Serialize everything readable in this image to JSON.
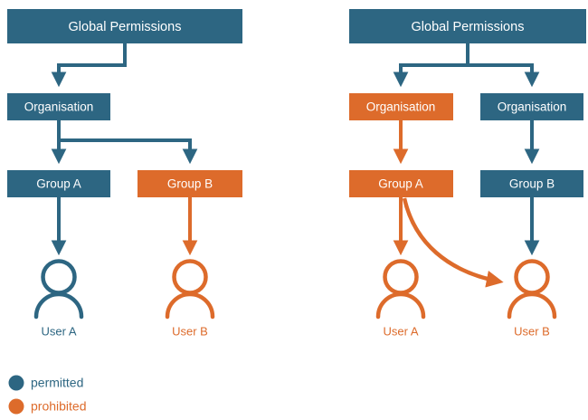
{
  "colors": {
    "permitted": "#2d6682",
    "prohibited": "#dd6b2b",
    "background": "#ffffff",
    "box_text": "#ffffff"
  },
  "left_panel": {
    "name": "left-scenario",
    "nodes": {
      "global": {
        "label": "Global Permissions",
        "state": "permitted"
      },
      "organisation": {
        "label": "Organisation",
        "state": "permitted"
      },
      "group_a": {
        "label": "Group A",
        "state": "permitted"
      },
      "group_b": {
        "label": "Group B",
        "state": "prohibited"
      },
      "user_a": {
        "label": "User A",
        "state": "permitted"
      },
      "user_b": {
        "label": "User B",
        "state": "prohibited"
      }
    }
  },
  "right_panel": {
    "name": "right-scenario",
    "nodes": {
      "global": {
        "label": "Global Permissions",
        "state": "permitted"
      },
      "organisation_a": {
        "label": "Organisation",
        "state": "prohibited"
      },
      "organisation_b": {
        "label": "Organisation",
        "state": "permitted"
      },
      "group_a": {
        "label": "Group A",
        "state": "prohibited"
      },
      "group_b": {
        "label": "Group B",
        "state": "permitted"
      },
      "user_a": {
        "label": "User A",
        "state": "prohibited"
      },
      "user_b": {
        "label": "User B",
        "state": "prohibited"
      }
    }
  },
  "legend": {
    "items": [
      {
        "label": "permitted",
        "color_key": "permitted"
      },
      {
        "label": "prohibited",
        "color_key": "prohibited"
      }
    ]
  }
}
